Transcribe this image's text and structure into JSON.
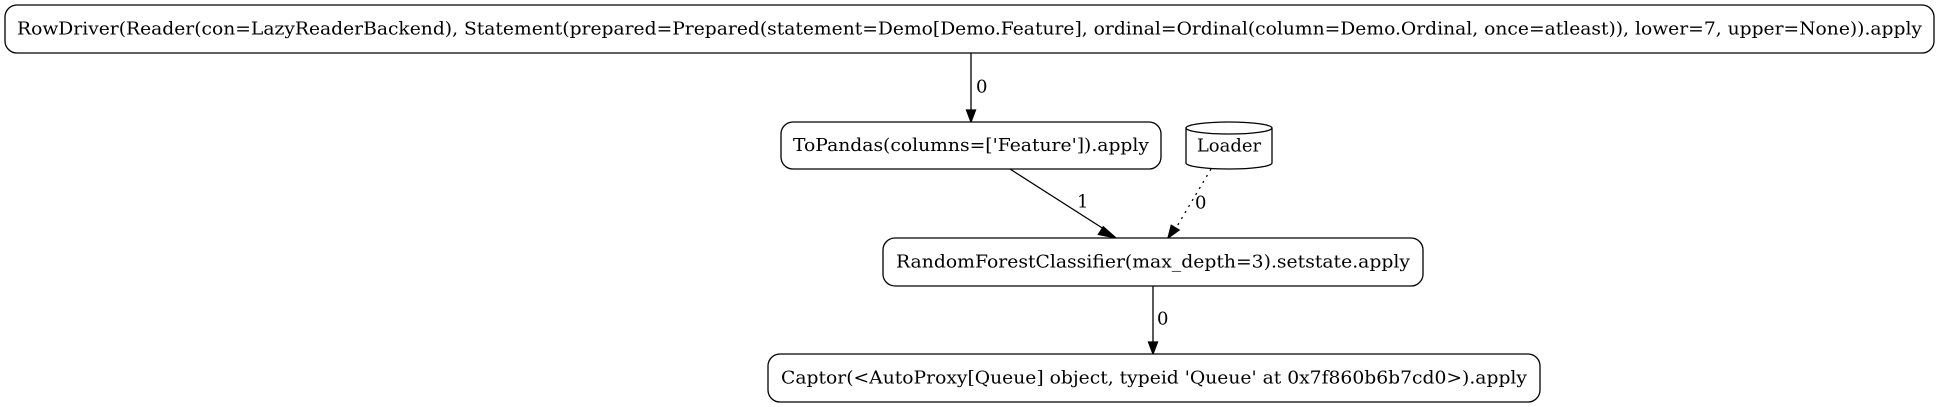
{
  "nodes": {
    "row_driver": "RowDriver(Reader(con=LazyReaderBackend), Statement(prepared=Prepared(statement=Demo[Demo.Feature], ordinal=Ordinal(column=Demo.Ordinal, once=atleast)), lower=7, upper=None)).apply",
    "to_pandas": "ToPandas(columns=['Feature']).apply",
    "loader": "Loader",
    "random_forest": "RandomForestClassifier(max_depth=3).setstate.apply",
    "captor": "Captor(<AutoProxy[Queue] object, typeid 'Queue' at 0x7f860b6b7cd0>).apply"
  },
  "edges": {
    "row_driver_to_to_pandas": "0",
    "to_pandas_to_random_forest": "1",
    "loader_to_random_forest": "0",
    "random_forest_to_captor": "0"
  },
  "styles": {
    "loader_edge": "dotted",
    "loader_shape": "cylinder"
  }
}
